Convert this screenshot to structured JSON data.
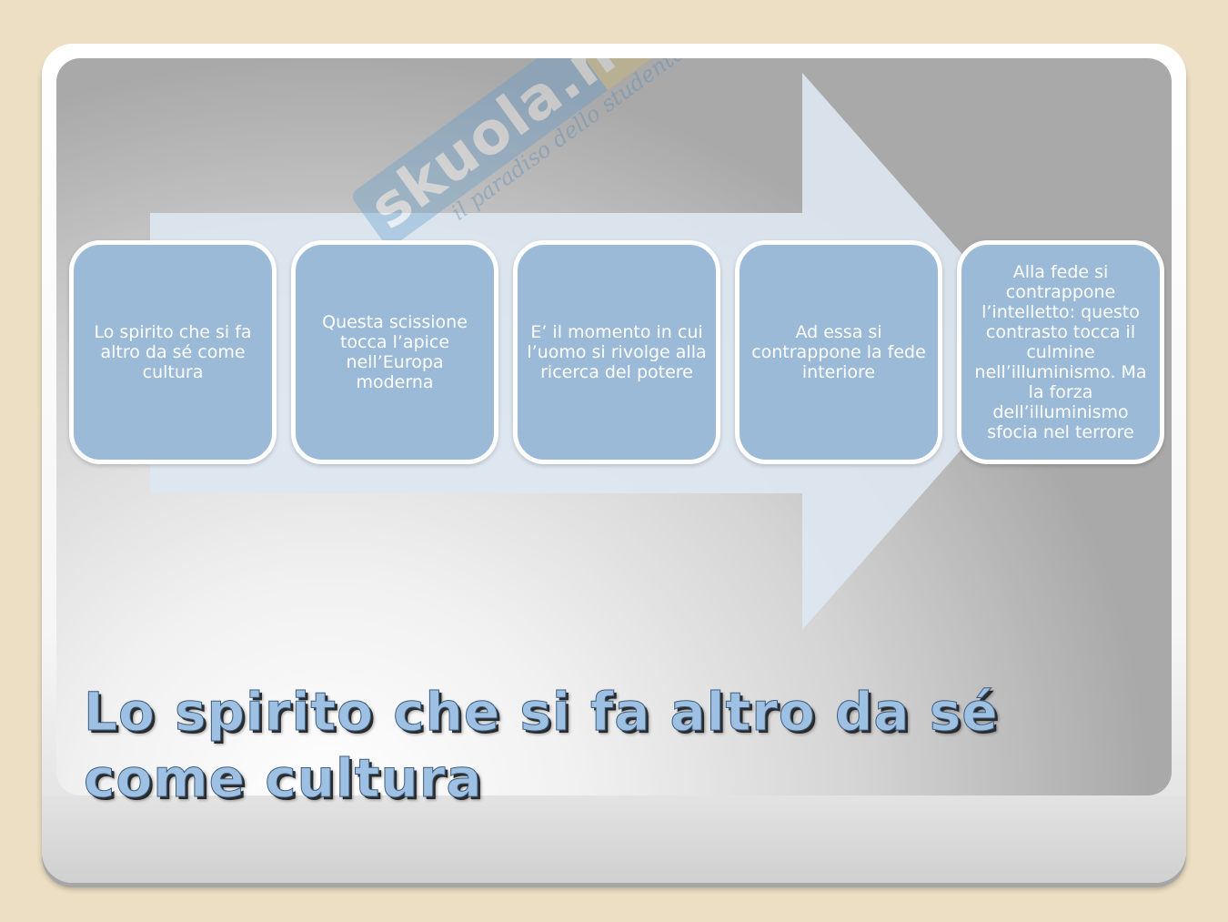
{
  "watermark": {
    "brand": "skuola.net",
    "tagline": "il paradiso dello studente"
  },
  "steps": [
    "Lo spirito che si fa altro da sé come cultura",
    "Questa scissione tocca l’apice nell’Europa moderna",
    "E’ il momento in cui l’uomo si rivolge alla ricerca del potere",
    "Ad essa si contrappone la fede interiore",
    "Alla fede si contrappone l’intelletto: questo contrasto tocca il culmine nell’illuminismo. Ma la forza dell’illuminismo sfocia nel terrore"
  ],
  "title": "Lo spirito che si fa altro da sé come cultura",
  "colors": {
    "page_background": "#ecdfc3",
    "box_fill": "#9bbad7",
    "box_border": "#ffffff",
    "arrow_fill": "#dde7f1",
    "title_fill": "#9ec0e2"
  }
}
